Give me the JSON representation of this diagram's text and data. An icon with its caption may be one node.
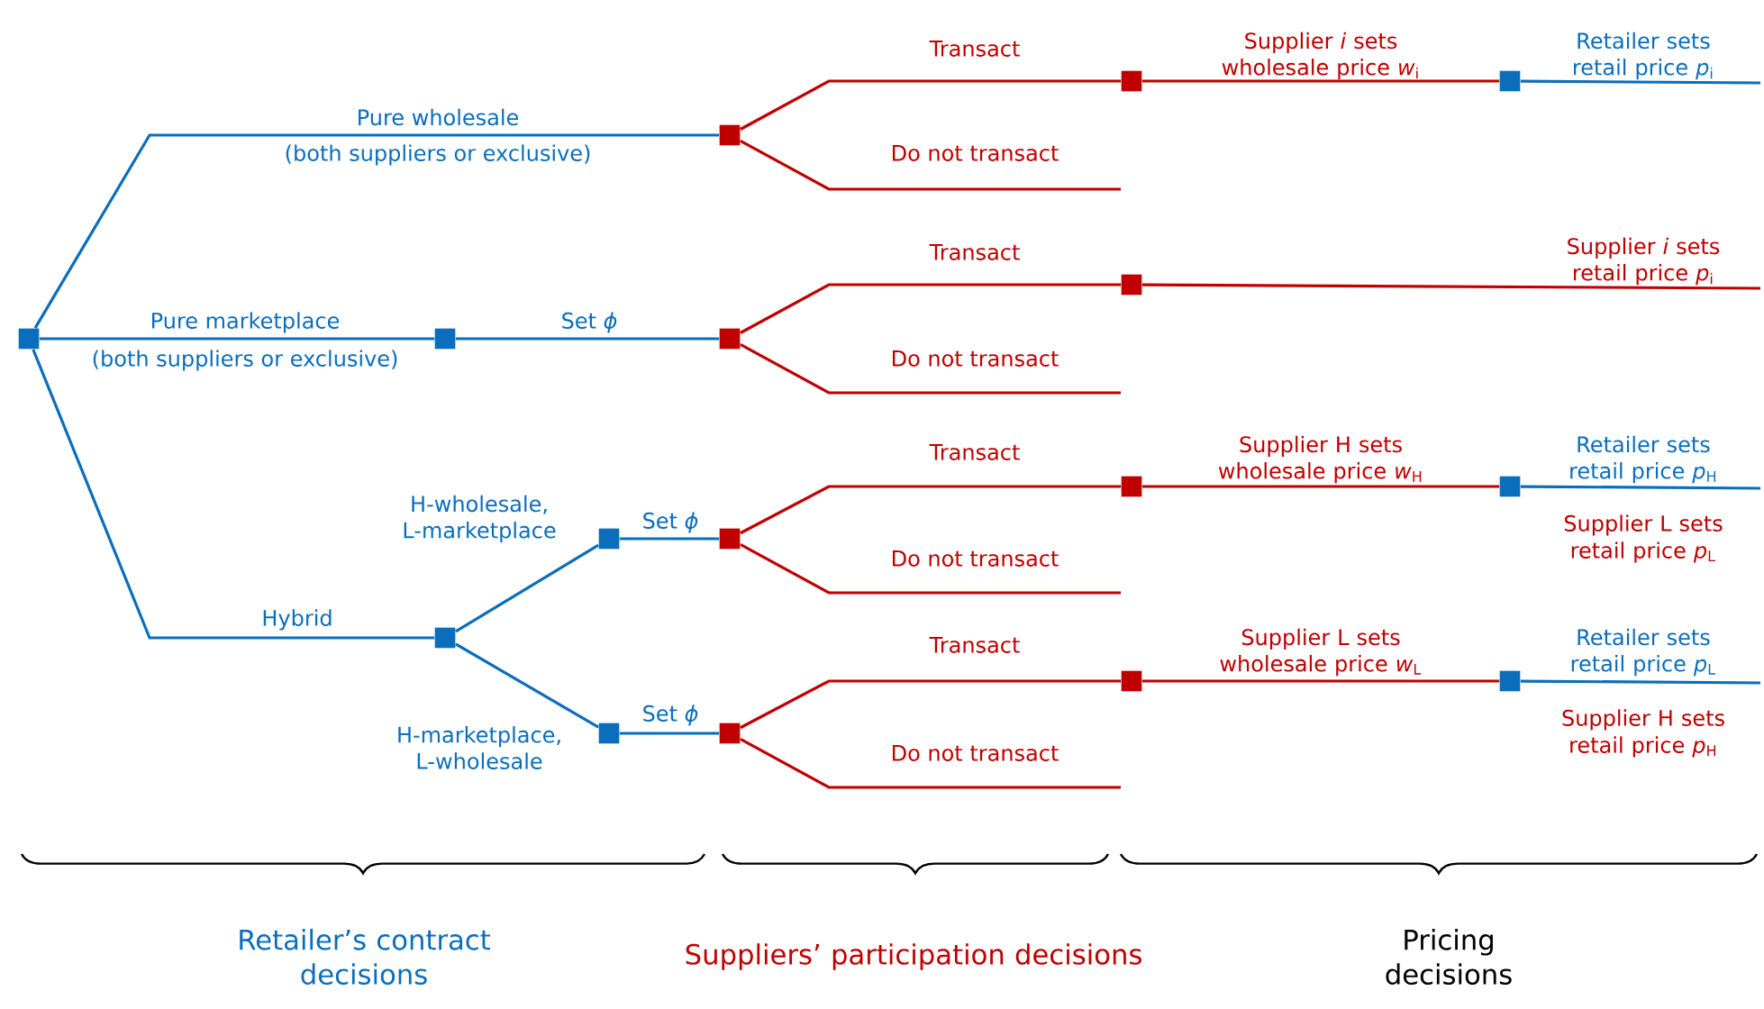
{
  "diagram": {
    "nodes": [
      {
        "text": [],
        "shape": "box"
      },
      {
        "text": [],
        "shape": "box"
      },
      {
        "text": [],
        "shape": "box"
      },
      {
        "text": [],
        "shape": "box"
      },
      {
        "text": [],
        "shape": "box"
      },
      {
        "text": [],
        "shape": "box"
      },
      {
        "text": [],
        "shape": "box"
      },
      {
        "text": [],
        "shape": "box"
      },
      {
        "text": [],
        "shape": "box"
      },
      {
        "text": [],
        "shape": "box"
      },
      {
        "text": [],
        "shape": "box"
      },
      {
        "text": [],
        "shape": "box"
      },
      {
        "text": [],
        "shape": "box"
      },
      {
        "text": [],
        "shape": "box"
      },
      {
        "text": [],
        "shape": "box"
      },
      {
        "text": [],
        "shape": "box"
      }
    ],
    "edges": [
      {
        "from": 0,
        "to": 1,
        "arrow": "none",
        "label": "Pure wholesale",
        "color": "#0a6ebd"
      },
      {
        "from": 0,
        "to": 2,
        "arrow": "none",
        "label": "Pure marketplace",
        "color": "#0a6ebd"
      },
      {
        "from": 2,
        "to": 3,
        "arrow": "none",
        "label": "Set *ϕ*",
        "color": "#0a6ebd"
      },
      {
        "from": 0,
        "to": 4,
        "arrow": "none",
        "label": "Hybrid",
        "color": "#0a6ebd"
      },
      {
        "from": 4,
        "to": 5,
        "arrow": "none",
        "label": "H-wholesale, L-marketplace",
        "color": "#0a6ebd"
      },
      {
        "from": 4,
        "to": 6,
        "arrow": "none",
        "label": "H-marketplace, L-wholesale",
        "color": "#0a6ebd"
      },
      {
        "from": 5,
        "to": 7,
        "arrow": "none",
        "label": "Set *ϕ*",
        "color": "#0a6ebd"
      },
      {
        "from": 6,
        "to": 8,
        "arrow": "none",
        "label": "Set *ϕ*",
        "color": "#0a6ebd"
      },
      {
        "from": 1,
        "to": 9,
        "arrow": "none",
        "label": "Transact"
      },
      {
        "from": 1,
        "to": null,
        "arrow": "none",
        "label": "Do not transact"
      },
      {
        "from": 3,
        "to": 11,
        "arrow": "none",
        "label": "Transact"
      },
      {
        "from": 3,
        "to": null,
        "arrow": "none",
        "label": "Do not transact"
      },
      {
        "from": 7,
        "to": 12,
        "arrow": "none",
        "label": "Transact"
      },
      {
        "from": 7,
        "to": null,
        "arrow": "none",
        "label": "Do not transact"
      },
      {
        "from": 8,
        "to": 14,
        "arrow": "none",
        "label": "Transact"
      },
      {
        "from": 8,
        "to": null,
        "arrow": "none",
        "label": "Do not transact"
      },
      {
        "from": 9,
        "to": 10,
        "arrow": "none",
        "label": "Supplier *i* sets wholesale price *w*$_{i}$"
      },
      {
        "from": 10,
        "to": null,
        "arrow": "none",
        "label": "Retailer sets retail price *p*$_{i}$",
        "color": "#0a6ebd"
      },
      {
        "from": 11,
        "to": null,
        "arrow": "none",
        "label": "Supplier *i* sets retail price *p*$_{i}$"
      },
      {
        "from": 12,
        "to": 13,
        "arrow": "none",
        "label": "Supplier H sets wholesale price *w*$_{H}$"
      },
      {
        "from": 13,
        "to": null,
        "arrow": "none",
        "label": "Retailer sets retail price *p*$_{H}$",
        "color": "#0a6ebd"
      },
      {
        "from": 14,
        "to": 15,
        "arrow": "none",
        "label": "Supplier L sets wholesale price *w*$_{L}$"
      },
      {
        "from": 15,
        "to": null,
        "arrow": "none",
        "label": "Retailer sets retail price *p*$_{L}$",
        "color": "#0a6ebd"
      }
    ],
    "labels": [
      "(both suppliers or exclusive)",
      "(both suppliers or exclusive)",
      "Supplier L sets retail price *p*$_{L}$",
      "Supplier H sets retail price *p*$_{H}$",
      "Retailer’s contract decisions",
      "Suppliers’ participation decisions",
      "Pricing decisions"
    ]
  }
}
